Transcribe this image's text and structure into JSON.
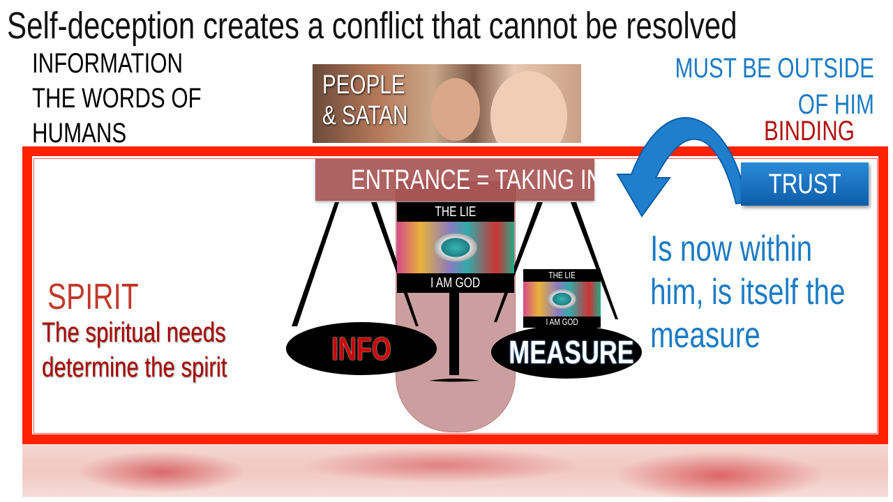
{
  "title": "Self-deception creates a conflict that cannot be resolved",
  "left_text": [
    "INFORMATION",
    "THE WORDS OF",
    "HUMANS"
  ],
  "photo_label": [
    "PEOPLE",
    "& SATAN"
  ],
  "outside_text": [
    "MUST BE OUTSIDE",
    "OF HIM"
  ],
  "binding": "BINDING",
  "trust": "TRUST",
  "entrance": "ENTRANCE = TAKING IN",
  "lie_large": {
    "top": "THE LIE",
    "bottom": "I AM GOD"
  },
  "lie_small": {
    "top": "THE LIE",
    "bottom": "I AM GOD"
  },
  "info": "INFO",
  "measure": "MEASURE",
  "within_text": [
    "Is now within",
    "him, is itself the",
    "measure"
  ],
  "spirit": "SPIRIT",
  "spirit_text": [
    "The spiritual needs",
    "determine the spirit"
  ],
  "colors": {
    "frame": "#ff2200",
    "blue": "#1b7bc4",
    "dark_red": "#a00000"
  }
}
